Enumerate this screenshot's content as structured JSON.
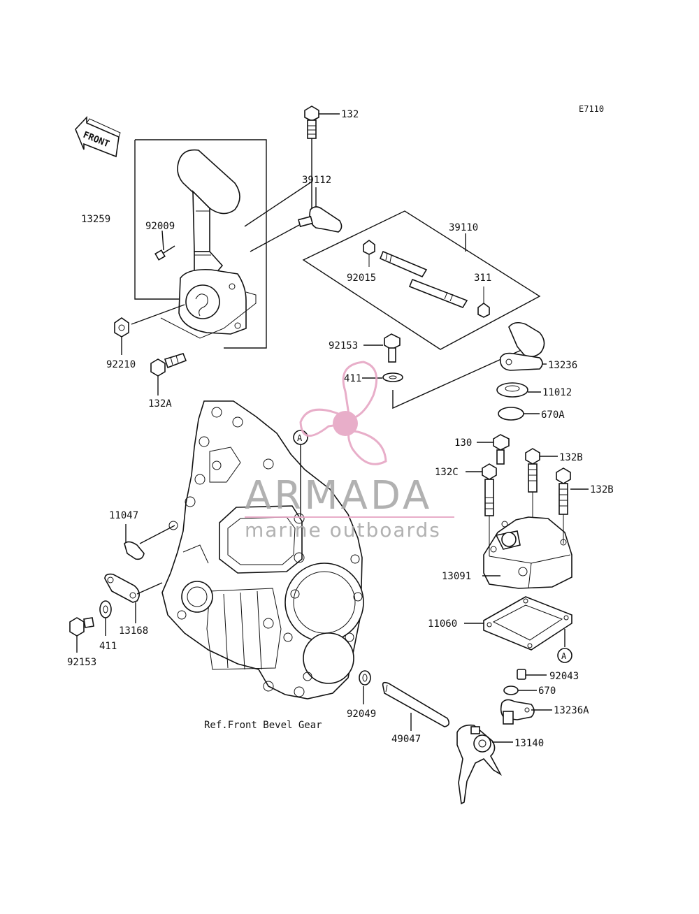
{
  "diagram_code": "E7110",
  "front_label": "FRONT",
  "ref_note": "Ref.Front Bevel Gear",
  "watermark": {
    "brand": "ARMADA",
    "tagline": "marine outboards",
    "color": "#e6a6c4"
  },
  "callouts": {
    "p132": "132",
    "p39112": "39112",
    "p39110": "39110",
    "p13259": "13259",
    "p92009": "92009",
    "p92015": "92015",
    "p311": "311",
    "p92153a": "92153",
    "p92210": "92210",
    "p13236": "13236",
    "p132A": "132A",
    "p411a": "411",
    "p11012": "11012",
    "p670A": "670A",
    "pA1": "A",
    "p130": "130",
    "p132B1": "132B",
    "p132C": "132C",
    "p132B2": "132B",
    "p11047": "11047",
    "p13091": "13091",
    "p11060": "11060",
    "pA2": "A",
    "p13168": "13168",
    "p411b": "411",
    "p92153b": "92153",
    "p92043": "92043",
    "p670": "670",
    "p92049": "92049",
    "p13236A": "13236A",
    "p49047": "49047",
    "p13140": "13140"
  }
}
